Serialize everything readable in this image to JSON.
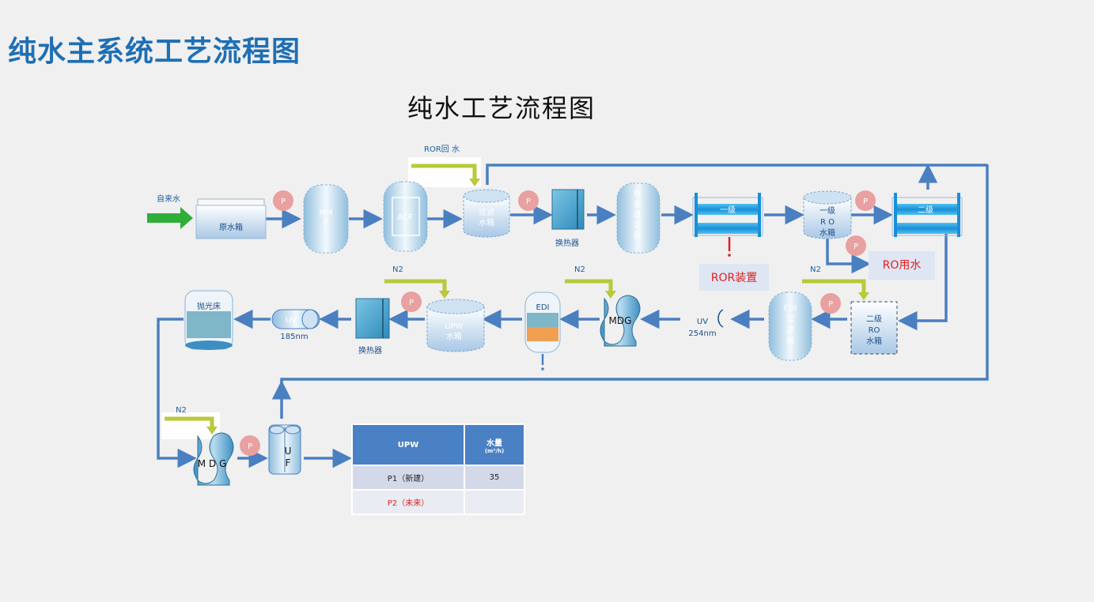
{
  "page_title": "纯水主系统工艺流程图",
  "diagram_title": "纯水工艺流程图",
  "colors": {
    "title_blue": "#1f6fb3",
    "pipe": "#4a7fc1",
    "pump": "#e8a0a0",
    "n2_arrow": "#b8c93a",
    "feed_arrow": "#2fae3a",
    "red_label": "#e02020"
  },
  "nodes": {
    "feed_water": "自来水",
    "ror_return": "ROR回 水",
    "raw_tank": "原水箱",
    "mmf_1": "MM",
    "mmf_2": "F",
    "acf": "ACF",
    "filter_tank_1": "过滤",
    "filter_tank_2": "水箱",
    "heat_exchanger_1": "换热器",
    "security_filter": [
      "保",
      "安",
      "过",
      "滤",
      "器"
    ],
    "ro1": "一级",
    "ro1_tank_1": "一级",
    "ro1_tank_2": "R O",
    "ro1_tank_3": "水箱",
    "ro2": "二级",
    "ror_unit": "ROR装置",
    "ro_water": "RO用水",
    "ro2_tank_1": "二级",
    "ro2_tank_2": "RO",
    "ro2_tank_3": "水箱",
    "edi_filter": [
      "EDI",
      "过",
      "滤",
      "器"
    ],
    "uv254_1": "UV",
    "uv254_2": "254nm",
    "mdg_1": "MDG",
    "edi": "EDI",
    "upw_tank_1": "UPW",
    "upw_tank_2": "水箱",
    "heat_exchanger_2": "换热器",
    "uv185_1": "UV",
    "uv185_2": "185nm",
    "polisher": "抛光床",
    "mdg_2": "M D G",
    "uf_1": "U",
    "uf_2": "F",
    "n2_1": "N2",
    "n2_2": "N2",
    "n2_3": "N2",
    "n2_4": "N2",
    "pump_label": "P"
  },
  "table": {
    "headers": [
      "UPW",
      "水量",
      "(m³/h)"
    ],
    "rows": [
      {
        "name": "P1（新建）",
        "value": "35"
      },
      {
        "name": "P2（未来）",
        "value": ""
      }
    ]
  }
}
